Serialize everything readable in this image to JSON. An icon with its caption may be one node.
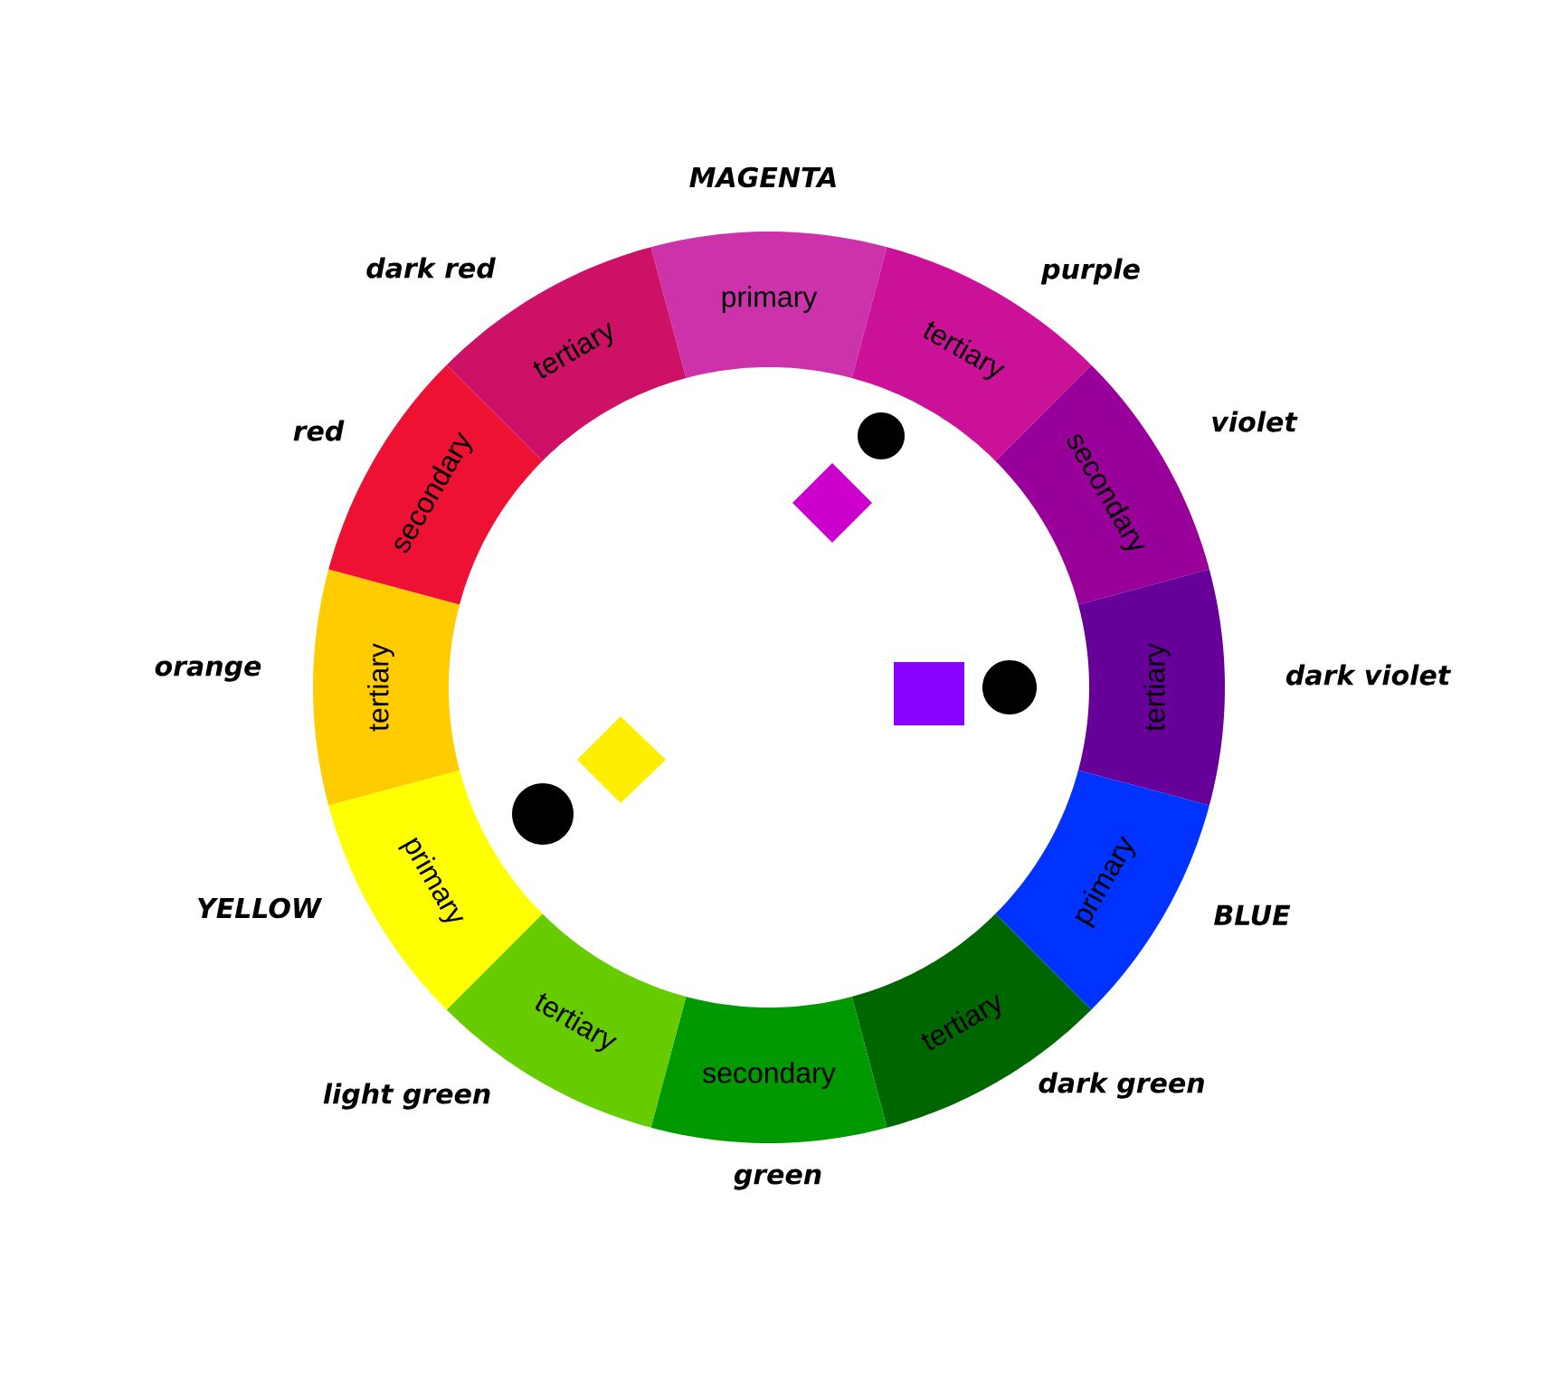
{
  "diagram": {
    "nodes": [
      {
        "text": [
          "primary"
        ],
        "beside": [
          "MAGENTA"
        ]
      },
      {
        "text": [
          "tertiary"
        ],
        "beside": [
          "purple"
        ]
      },
      {
        "text": [
          "secondary"
        ],
        "beside": [
          "violet"
        ]
      },
      {
        "text": [
          "tertiary"
        ],
        "beside": [
          "dark violet"
        ]
      },
      {
        "text": [
          "primary"
        ],
        "beside": [
          "BLUE"
        ]
      },
      {
        "text": [
          "tertiary"
        ],
        "beside": [
          "dark green"
        ]
      },
      {
        "text": [
          "secondary"
        ],
        "beside": [
          "green"
        ]
      },
      {
        "text": [
          "tertiary"
        ],
        "beside": [
          "light green"
        ]
      },
      {
        "text": [
          "primary"
        ],
        "beside": [
          "YELLOW"
        ]
      },
      {
        "text": [
          "tertiary"
        ],
        "beside": [
          "orange"
        ]
      },
      {
        "text": [
          "secondary"
        ],
        "beside": [
          "red"
        ]
      },
      {
        "text": [
          "tertiary"
        ],
        "beside": [
          "dark red"
        ]
      }
    ]
  }
}
